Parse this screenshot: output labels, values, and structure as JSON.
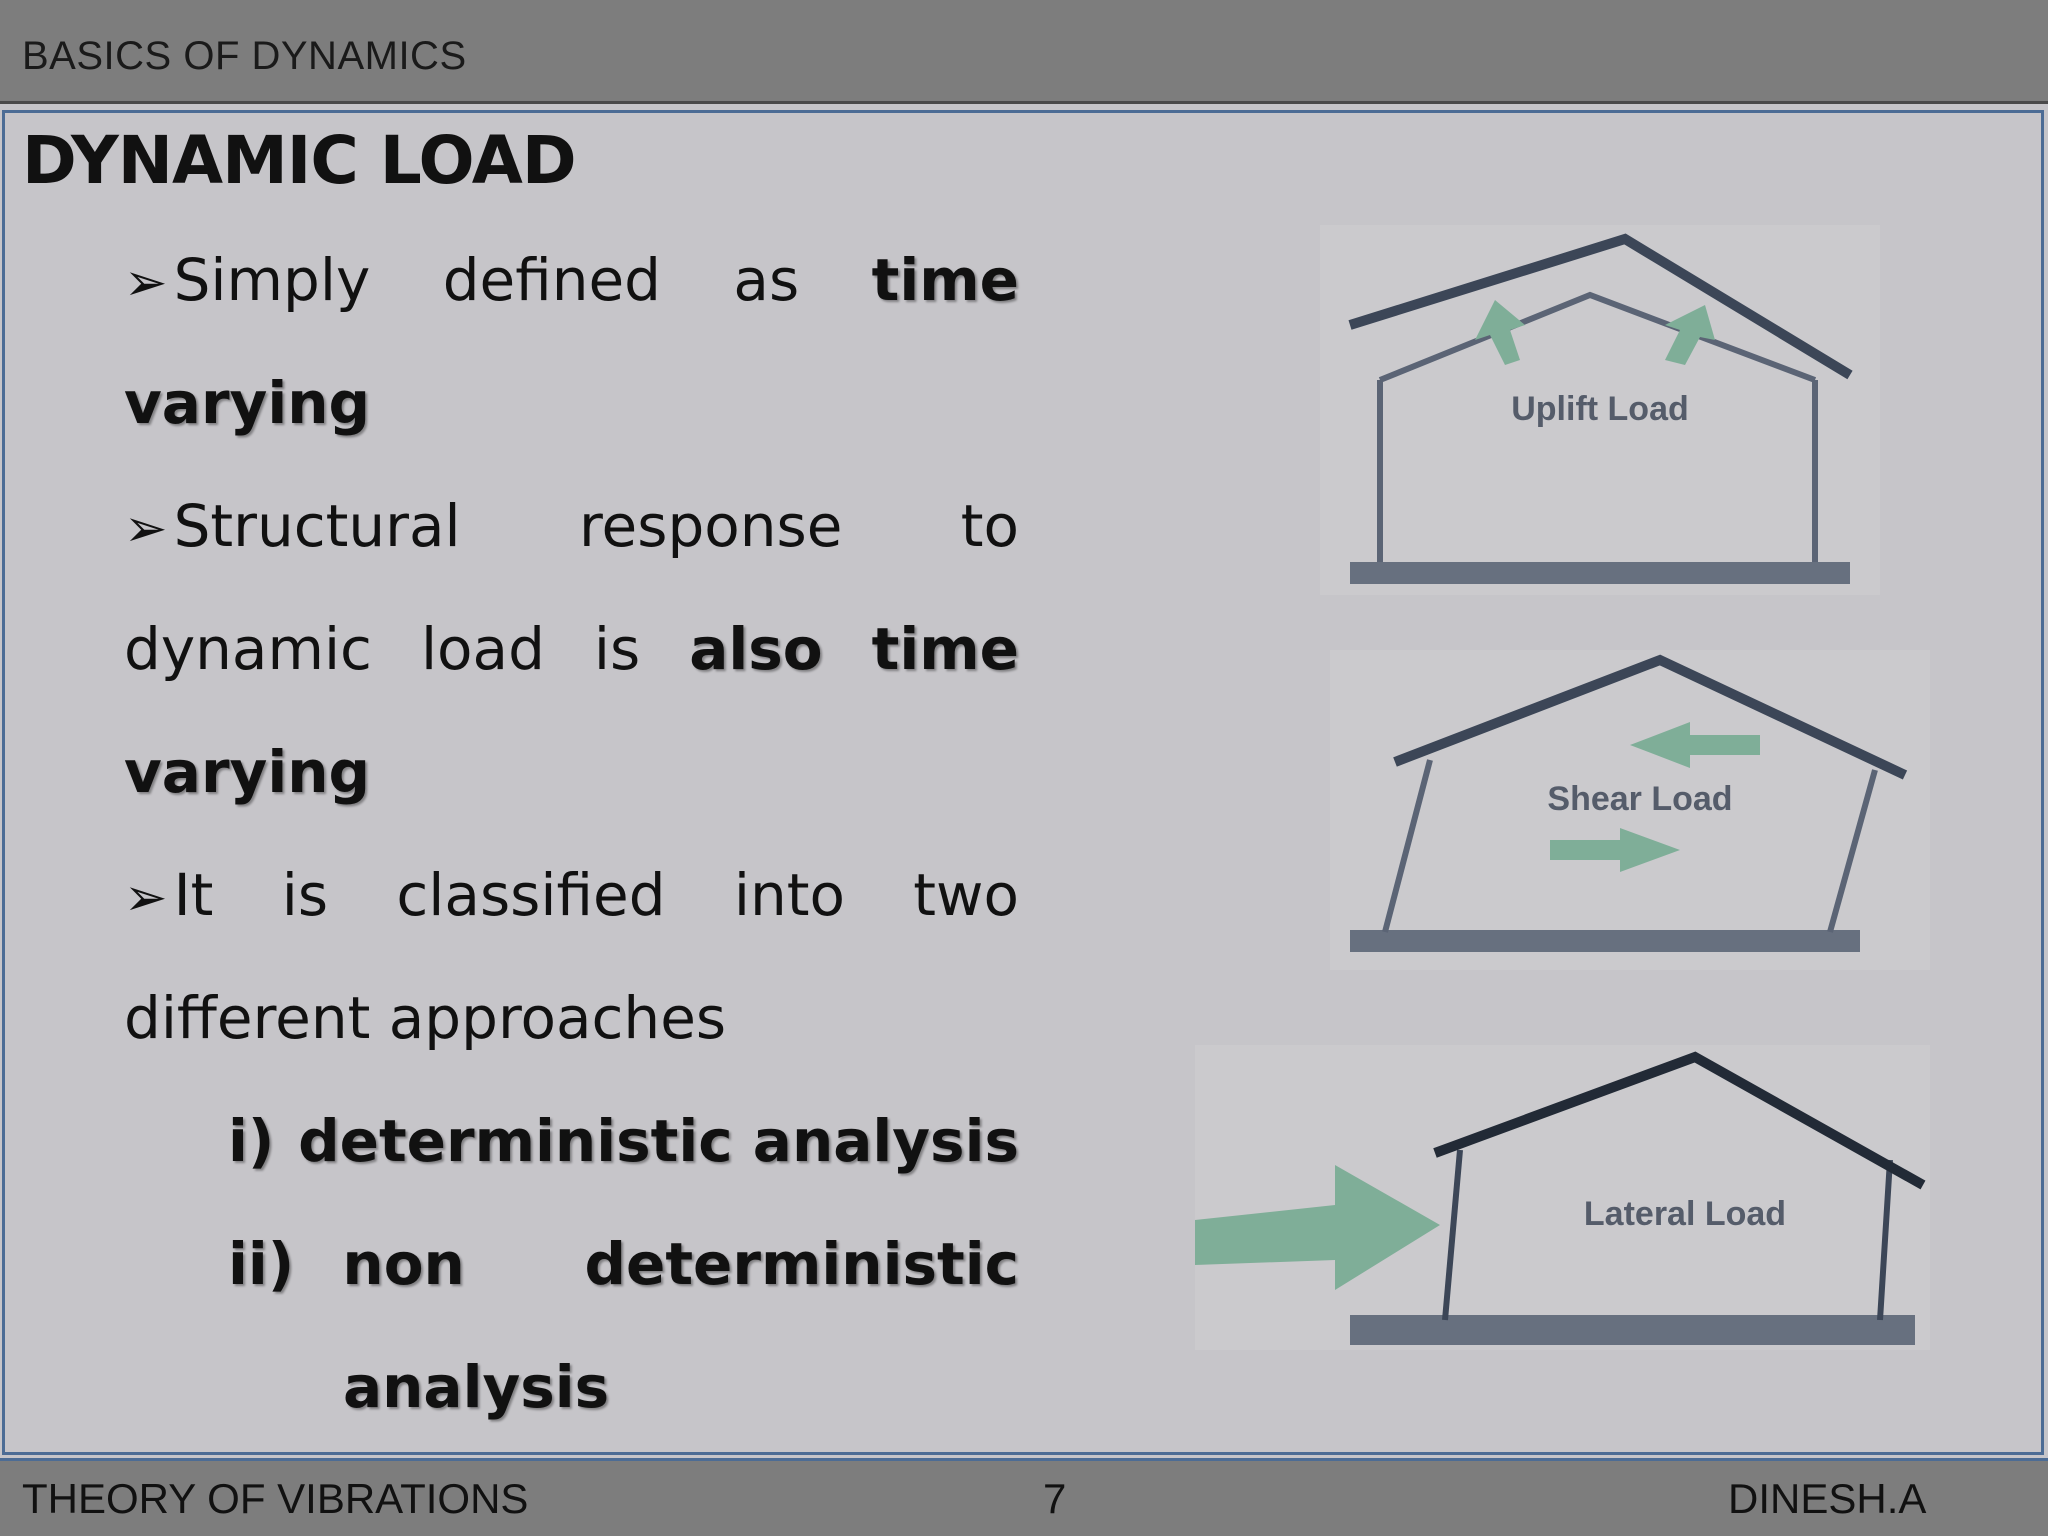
{
  "header": {
    "title": "BASICS OF DYNAMICS"
  },
  "slide": {
    "title": "DYNAMIC LOAD",
    "bullet1": {
      "w1": "Simply",
      "w2": "defined",
      "w3": "as",
      "w4": "time",
      "w5": "varying"
    },
    "bullet2": {
      "w1": "Structural",
      "w2": "response",
      "w3": "to",
      "w4": "dynamic",
      "w5": "load",
      "w6": "is",
      "w7": "also",
      "w8": "time",
      "w9": "varying"
    },
    "bullet3": {
      "w1": "It",
      "w2": "is",
      "w3": "classified",
      "w4": "into",
      "w5": "two",
      "line2": "different approaches"
    },
    "items": [
      {
        "num": "i)",
        "text": "deterministic analysis"
      },
      {
        "num": "ii)",
        "w1": "non",
        "w2": "deterministic",
        "w3": "analysis"
      }
    ]
  },
  "diagrams": {
    "uplift": "Uplift Load",
    "shear": "Shear Load",
    "lateral": "Lateral Load"
  },
  "footer": {
    "left": "THEORY OF VIBRATIONS",
    "page": "7",
    "right": "DINESH.A"
  }
}
